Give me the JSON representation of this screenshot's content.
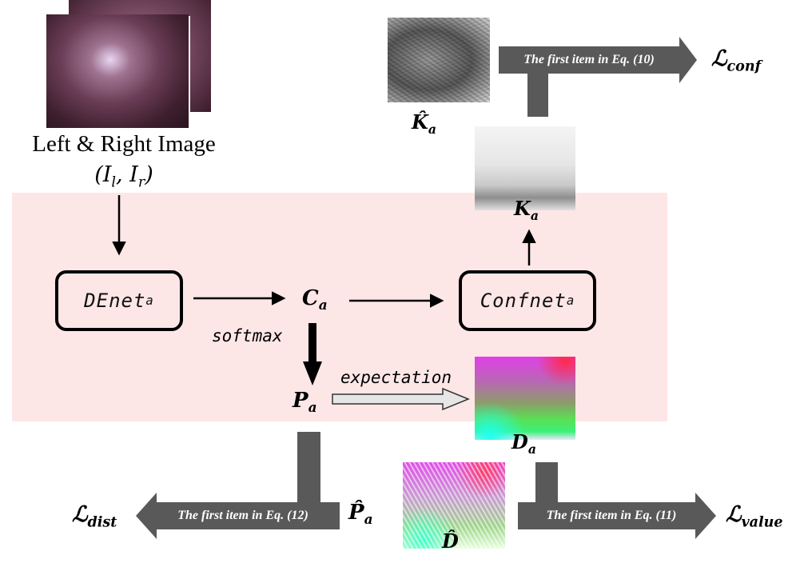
{
  "input": {
    "caption_line1": "Left & Right Image",
    "caption_line2": "(I",
    "caption_sub_l": "l",
    "caption_comma": ", I",
    "caption_sub_r": "r",
    "caption_close": ")"
  },
  "nodes": {
    "denet_main": "DEnet",
    "denet_sub": "a",
    "confnet_main": "Confnet",
    "confnet_sub": "a",
    "cost_main": "C",
    "cost_sub": "a",
    "prob_main": "P",
    "prob_sub": "a",
    "conf_main": "K",
    "conf_sub": "a",
    "conf_gt_main": "K̂",
    "conf_gt_sub": "a",
    "depth_main": "D",
    "depth_sub": "a",
    "depth_gt_main": "D̂",
    "prob_gt_main": "P̂",
    "prob_gt_sub": "a"
  },
  "edge_labels": {
    "softmax": "softmax",
    "expectation": "expectation"
  },
  "losses": {
    "conf_bar": "The first item in Eq. (10)",
    "dist_bar": "The first item in Eq. (12)",
    "value_bar": "The first item in Eq. (11)",
    "conf_symbol": "ℒ",
    "conf_sub": "conf",
    "dist_symbol": "ℒ",
    "dist_sub": "dist",
    "value_symbol": "ℒ",
    "value_sub": "value"
  },
  "colors": {
    "panel_bg": "#fde6e6",
    "loss_bar": "#595959",
    "hollow_arrow_fill": "#e6e6e6"
  }
}
